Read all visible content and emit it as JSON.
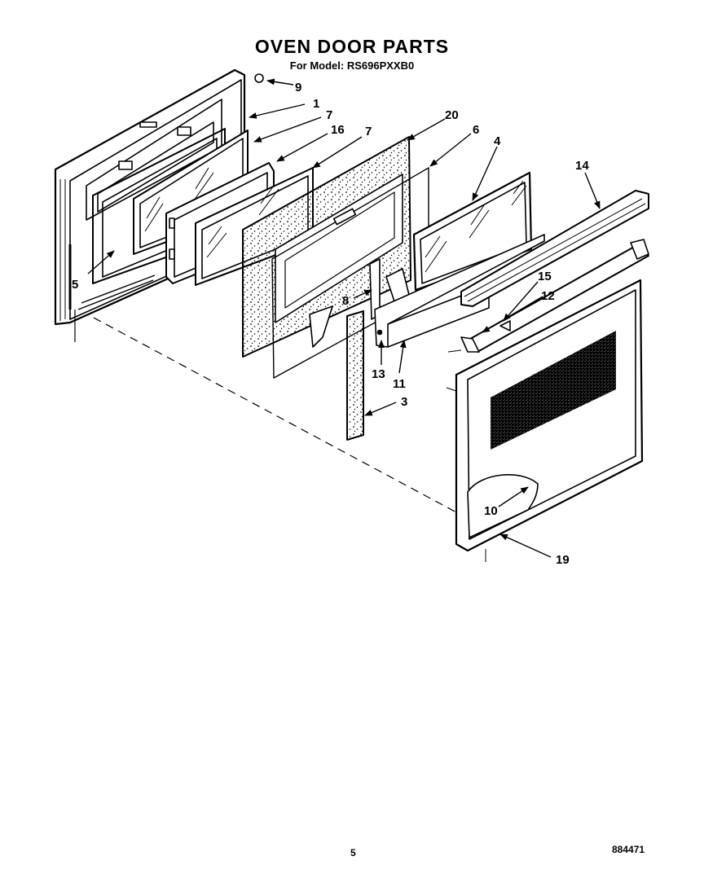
{
  "title": "OVEN DOOR PARTS",
  "subtitle": "For Model: RS696PXXB0",
  "callouts": [
    "9",
    "1",
    "7",
    "16",
    "7",
    "20",
    "6",
    "4",
    "14",
    "5",
    "15",
    "12",
    "8",
    "13",
    "11",
    "3",
    "10",
    "19"
  ],
  "footer": {
    "page": "5",
    "code": "884471"
  }
}
